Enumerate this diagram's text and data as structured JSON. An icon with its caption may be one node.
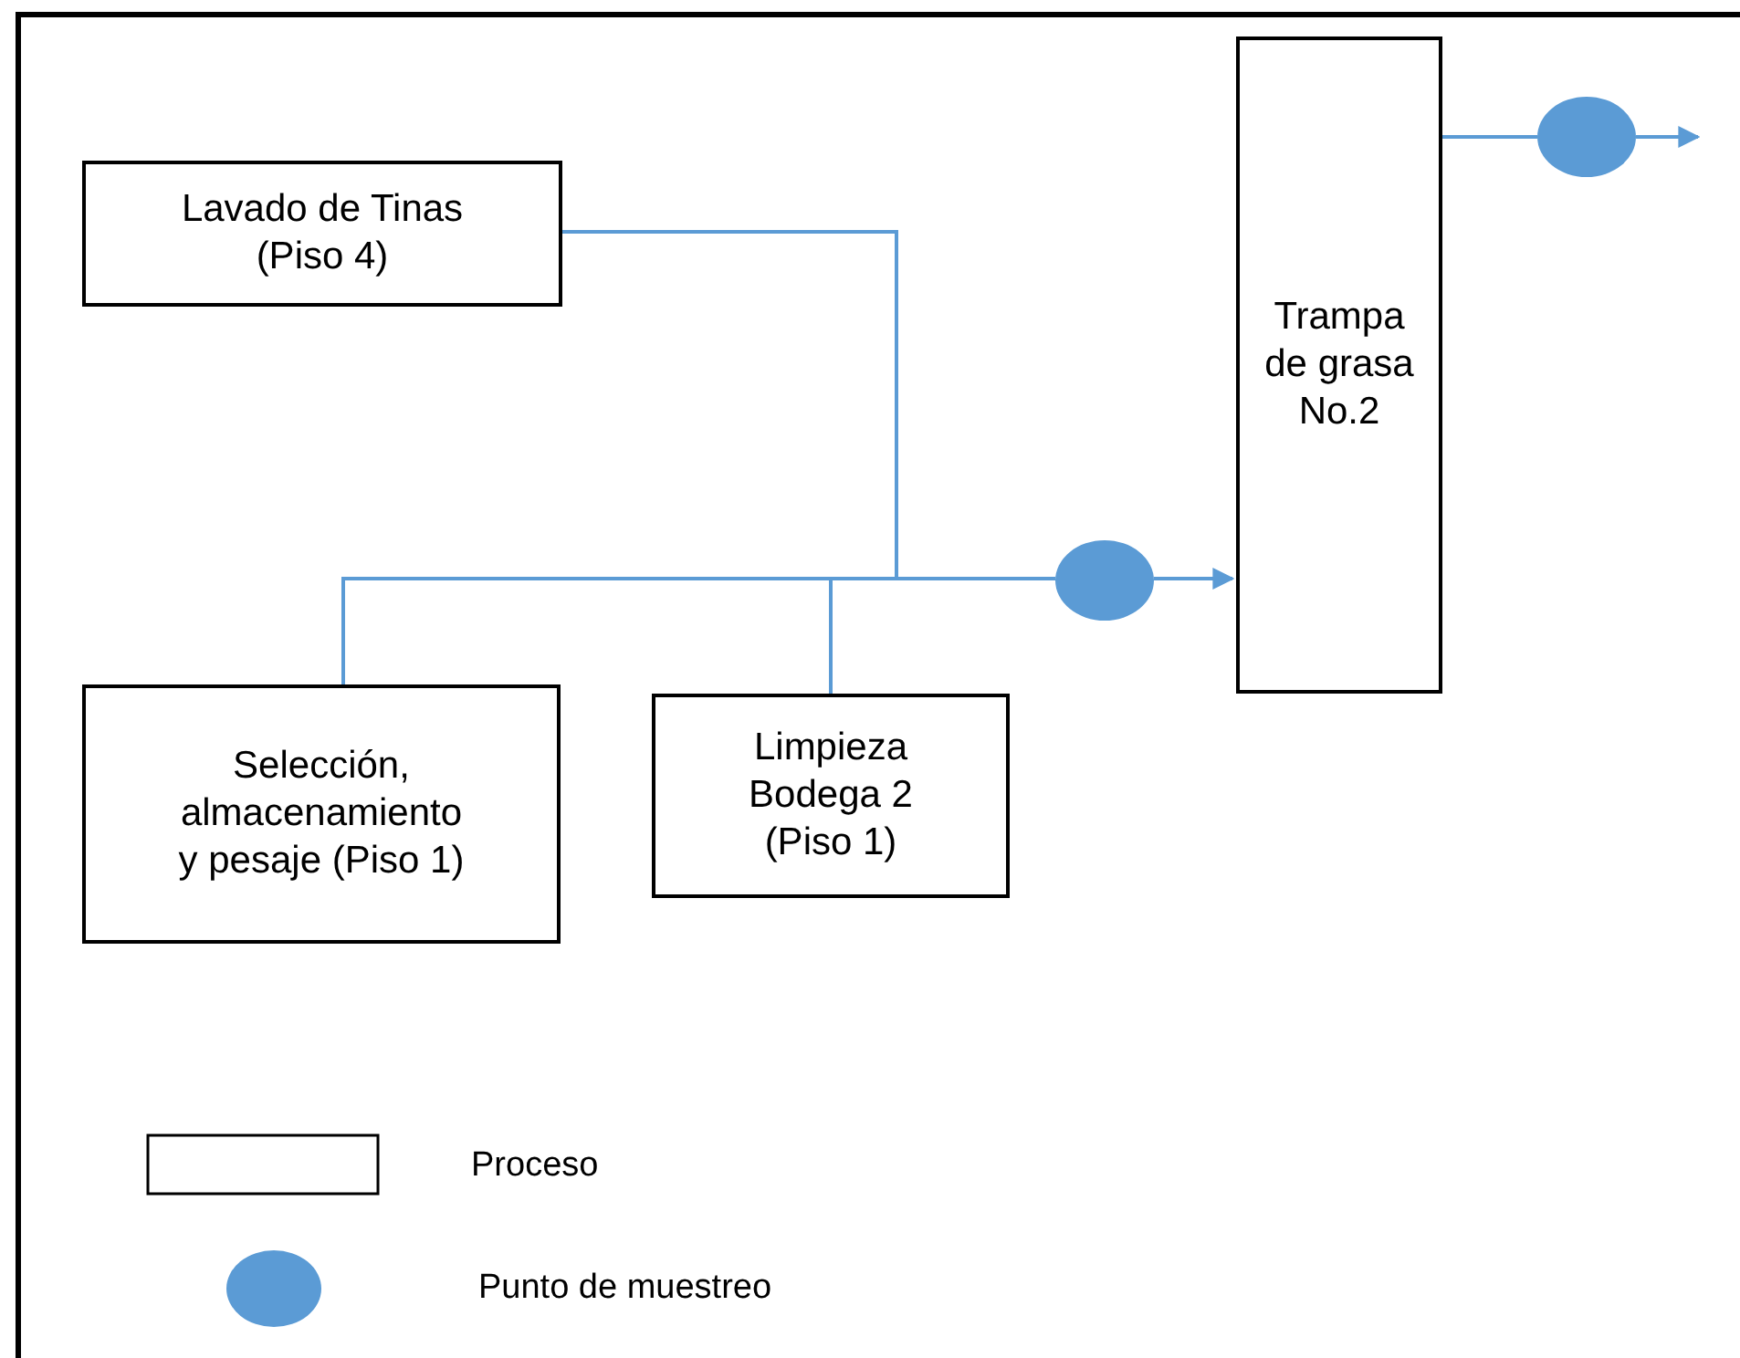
{
  "diagram": {
    "nodes": [
      {
        "text": [
          "Lavado de Tinas (Piso 4)"
        ]
      },
      {
        "text": [
          "Trampa de grasa No.2"
        ]
      },
      {
        "text": [
          "Selección, almacenamiento y pesaje (Piso 1)"
        ]
      },
      {
        "text": [
          "Limpieza Bodega 2 (Piso 1)"
        ]
      },
      {
        "text": [],
        "shape": "circle"
      },
      {
        "text": [],
        "shape": "circle"
      }
    ],
    "edges": [
      {
        "from": 0,
        "to": 4,
        "arrow": "none"
      },
      {
        "from": 2,
        "to": 4,
        "arrow": "none"
      },
      {
        "from": 3,
        "to": 4,
        "arrow": "none"
      },
      {
        "from": 4,
        "to": 1,
        "arrow": "to"
      },
      {
        "from": 1,
        "to": 5,
        "arrow": "none"
      },
      {
        "from": 5,
        "to": null,
        "arrow": "to"
      }
    ],
    "legend": [
      {
        "text": "Proceso"
      },
      {
        "text": "Punto de muestreo"
      }
    ]
  }
}
